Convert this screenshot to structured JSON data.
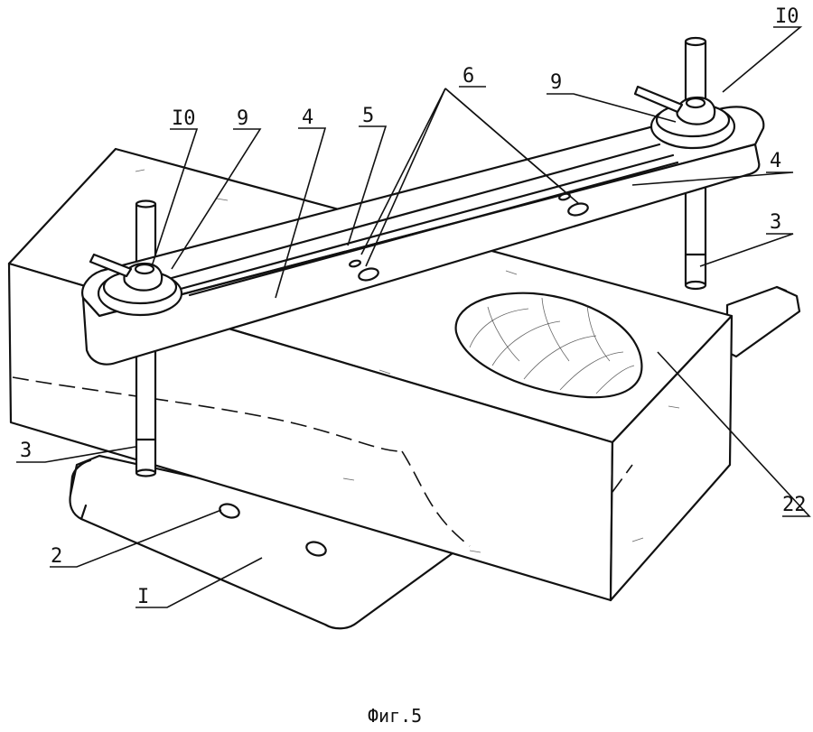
{
  "caption": "Фиг.5",
  "labels": {
    "one": "I",
    "two": "2",
    "three_left": "3",
    "three_right": "3",
    "four_top": "4",
    "four_right": "4",
    "five": "5",
    "six": "6",
    "nine_left": "9",
    "nine_right": "9",
    "ten_left": "I0",
    "ten_right": "I0",
    "twentytwo": "22"
  }
}
